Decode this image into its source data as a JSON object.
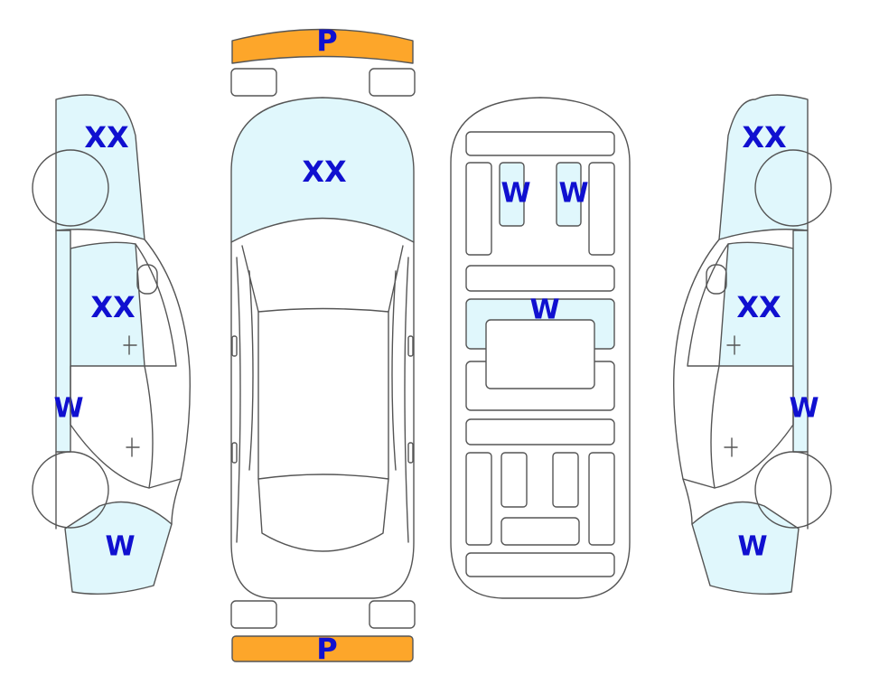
{
  "colors": {
    "outline": "#555555",
    "panel_fill": "#e0f7fc",
    "bumper_fill": "#fda62a",
    "label": "#1010d0",
    "background": "#ffffff"
  },
  "labels": {
    "front_bumper": "P",
    "rear_bumper": "P",
    "hood": "XX",
    "trunk_left_lamp": "W",
    "trunk_right_lamp": "W",
    "trunk_center": "W",
    "left_front_fender": "XX",
    "left_front_door": "XX",
    "left_rear_door": "W",
    "left_rear_quarter": "W",
    "right_front_fender": "XX",
    "right_front_door": "XX",
    "right_rear_door": "W",
    "right_rear_quarter": "W"
  }
}
